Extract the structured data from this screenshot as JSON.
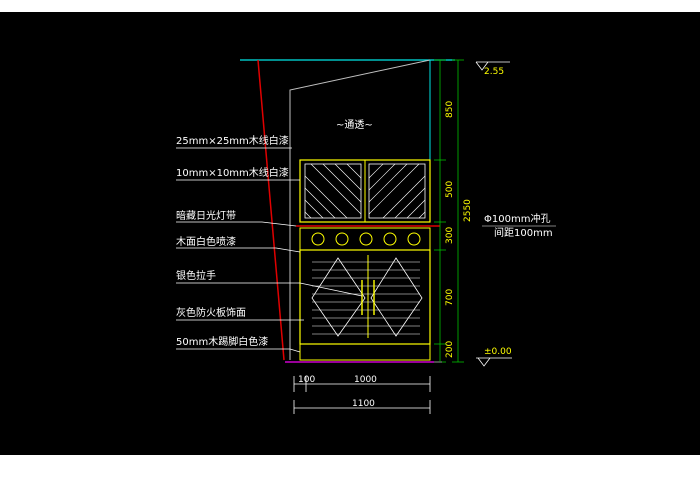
{
  "colors": {
    "background": "#000000",
    "frame": "#ffffff",
    "cyan": "#00e5e5",
    "yellow": "#ffff00",
    "red": "#e00000",
    "magenta": "#cc00cc",
    "green": "#00c000",
    "white": "#ffffff",
    "grey": "#bfbfbf"
  },
  "top_note": "通透",
  "labels": [
    "25mm×25mm木线白漆",
    "10mm×10mm木线白漆",
    "暗藏日光灯带",
    "木面白色喷漆",
    "银色拉手",
    "灰色防火板饰面",
    "50mm木踢脚白色漆"
  ],
  "vertical_dims": [
    "850",
    "500",
    "300",
    "700",
    "200"
  ],
  "total_height_dim": "2550",
  "elevations": {
    "top": "2.55",
    "bottom": "±0.00"
  },
  "hole_note": [
    "Φ100mm冲孔",
    "间距100mm"
  ],
  "horizontal_dims": {
    "left": "100",
    "main": "1000",
    "total": "1100"
  }
}
